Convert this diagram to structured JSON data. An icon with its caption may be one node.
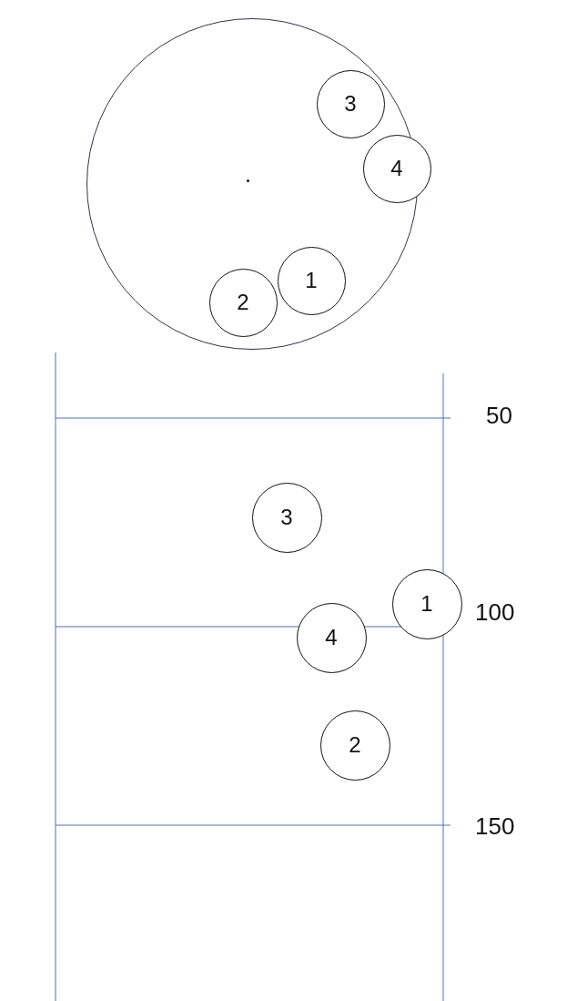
{
  "diagram": {
    "nodes": [
      {
        "text": [],
        "shape": "circle"
      },
      {
        "text": [
          "3"
        ],
        "in": 0
      },
      {
        "text": [
          "4"
        ]
      },
      {
        "text": [
          "1"
        ],
        "in": 0
      },
      {
        "text": [
          "2"
        ],
        "in": 0
      },
      {
        "text": [
          "3"
        ]
      },
      {
        "text": [
          "1"
        ]
      },
      {
        "text": [
          "4"
        ]
      },
      {
        "text": [
          "2"
        ]
      }
    ],
    "labels": [
      "50",
      "100",
      "150"
    ]
  }
}
